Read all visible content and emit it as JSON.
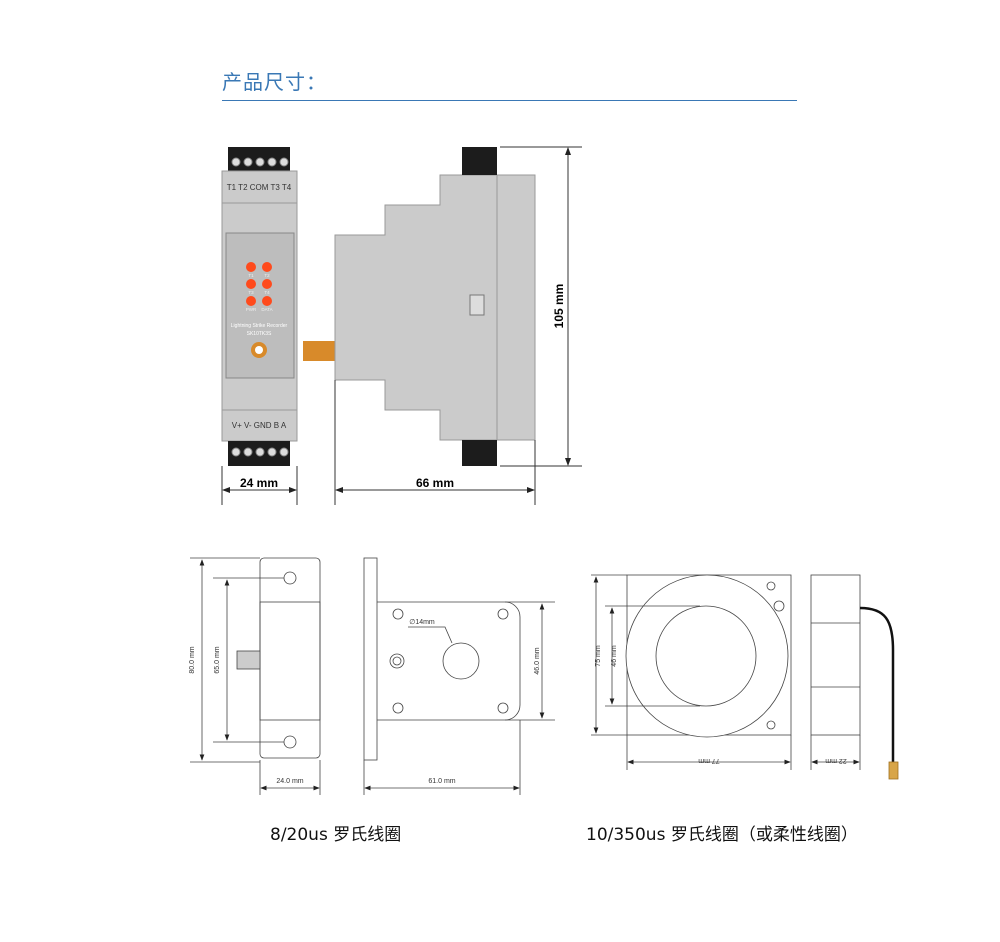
{
  "header": {
    "title": "产品尺寸："
  },
  "recorder": {
    "top_terminals": "T1 T2 COM T3 T4",
    "bottom_terminals": "V+ V- GND B A",
    "leds": [
      "T1",
      "T2",
      "T3",
      "T4",
      "PWR",
      "DATA"
    ],
    "product_name": "Lightning Strike Recorder",
    "model": "SK10TK3S",
    "dim_width": "24 mm",
    "dim_depth": "66 mm",
    "dim_height": "105 mm"
  },
  "coil_8_20": {
    "dim_outer": "80.0 mm",
    "dim_holes": "65.0 mm",
    "dim_thickness": "24.0 mm",
    "dim_diameter": "∅14mm",
    "dim_plate_height": "46.0 mm",
    "dim_length": "61.0 mm",
    "caption": "8/20us 罗氏线圈"
  },
  "coil_10_350": {
    "dim_outer": "75 mm",
    "dim_inner": "46 mm",
    "dim_width": "77 mm",
    "dim_thickness": "22 mm",
    "caption": "10/350us 罗氏线圈（或柔性线圈）"
  },
  "colors": {
    "accent": "#3a78b5",
    "body": "#c9c9c9",
    "led": "#ff4a1c",
    "connector": "#d88a2a"
  }
}
